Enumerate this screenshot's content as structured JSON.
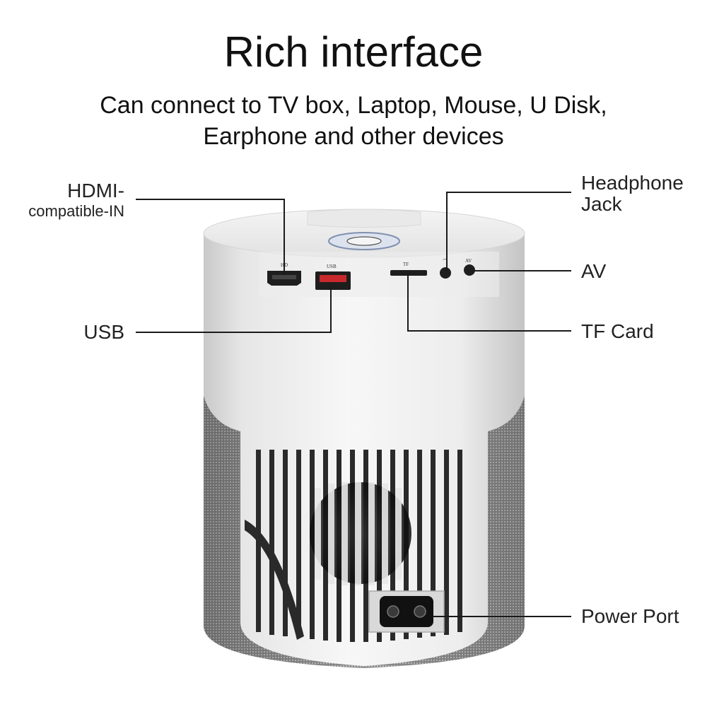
{
  "header": {
    "title": "Rich interface",
    "subtitle_line1": "Can connect to TV box, Laptop, Mouse, U Disk,",
    "subtitle_line2": "Earphone and other devices"
  },
  "callouts": {
    "hdmi_line1": "HDMI-",
    "hdmi_line2": "compatible-IN",
    "usb": "USB",
    "headphone_line1": "Headphone",
    "headphone_line2": "Jack",
    "av": "AV",
    "tf_card": "TF Card",
    "power_port": "Power Port"
  },
  "port_markings": {
    "hd": "HD",
    "usb": "USB",
    "tf": "TF",
    "av": "AV"
  },
  "colors": {
    "body_white": "#eeeeee",
    "mesh_grey": "#9a9a9a",
    "port_dark": "#1e1e1e",
    "usb_red": "#c8282c",
    "line": "#1a1a1a"
  }
}
